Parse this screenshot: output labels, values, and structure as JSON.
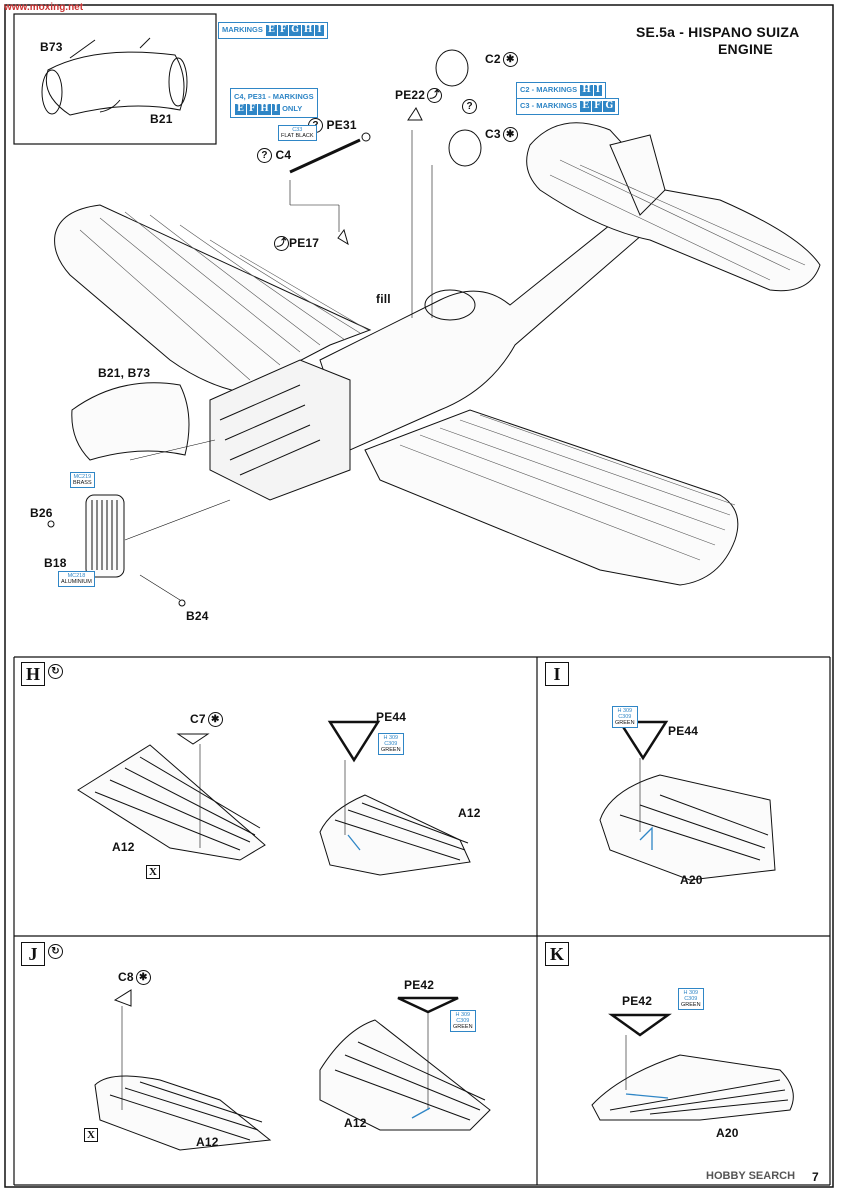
{
  "header": {
    "title_line1": "SE.5a - HISPANO SUIZA",
    "title_line2": "ENGINE",
    "page_number": "7"
  },
  "watermarks": {
    "top_left": "www.moxing.net",
    "bottom_right": "HOBBY SEARCH"
  },
  "markings_main": {
    "label": "MARKINGS",
    "letters": [
      "E",
      "F",
      "G",
      "H",
      "I"
    ]
  },
  "inset": {
    "part_top": "B73",
    "part_bottom": "B21"
  },
  "markings_c4": {
    "line1": "C4, PE31 - MARKINGS",
    "letters": [
      "E",
      "F",
      "H",
      "I"
    ],
    "suffix": "ONLY"
  },
  "markings_c2": {
    "label": "C2 - MARKINGS",
    "letters": [
      "H",
      "I"
    ]
  },
  "markings_c3": {
    "label": "C3 - MARKINGS",
    "letters": [
      "E",
      "F",
      "G"
    ]
  },
  "parts": {
    "c2": "C2",
    "c3": "C3",
    "pe22": "PE22",
    "pe31": "PE31",
    "c4": "C4",
    "pe17": "PE17",
    "fill": "fill",
    "b21_b73": "B21, B73",
    "b26": "B26",
    "b18": "B18",
    "b24": "B24",
    "optional": "?"
  },
  "paint": {
    "c33": {
      "code": "C33",
      "name": "FLAT BLACK"
    },
    "brass": {
      "code": "MC219",
      "name": "BRASS"
    },
    "aluminium": {
      "code": "MC218",
      "name": "ALUMINIUM"
    },
    "green": {
      "code1": "H 309",
      "code2": "C309",
      "name": "GREEN"
    }
  },
  "panels": {
    "h": {
      "letter": "H",
      "parts": {
        "c7": "C7",
        "pe44": "PE44",
        "a12_left": "A12",
        "a12_right": "A12",
        "cut": "X"
      }
    },
    "i": {
      "letter": "I",
      "parts": {
        "pe44": "PE44",
        "a20": "A20"
      }
    },
    "j": {
      "letter": "J",
      "parts": {
        "c8": "C8",
        "pe42": "PE42",
        "a12_left": "A12",
        "a12_right": "A12",
        "cut": "X"
      }
    },
    "k": {
      "letter": "K",
      "parts": {
        "pe42": "PE42",
        "a20": "A20"
      }
    }
  }
}
